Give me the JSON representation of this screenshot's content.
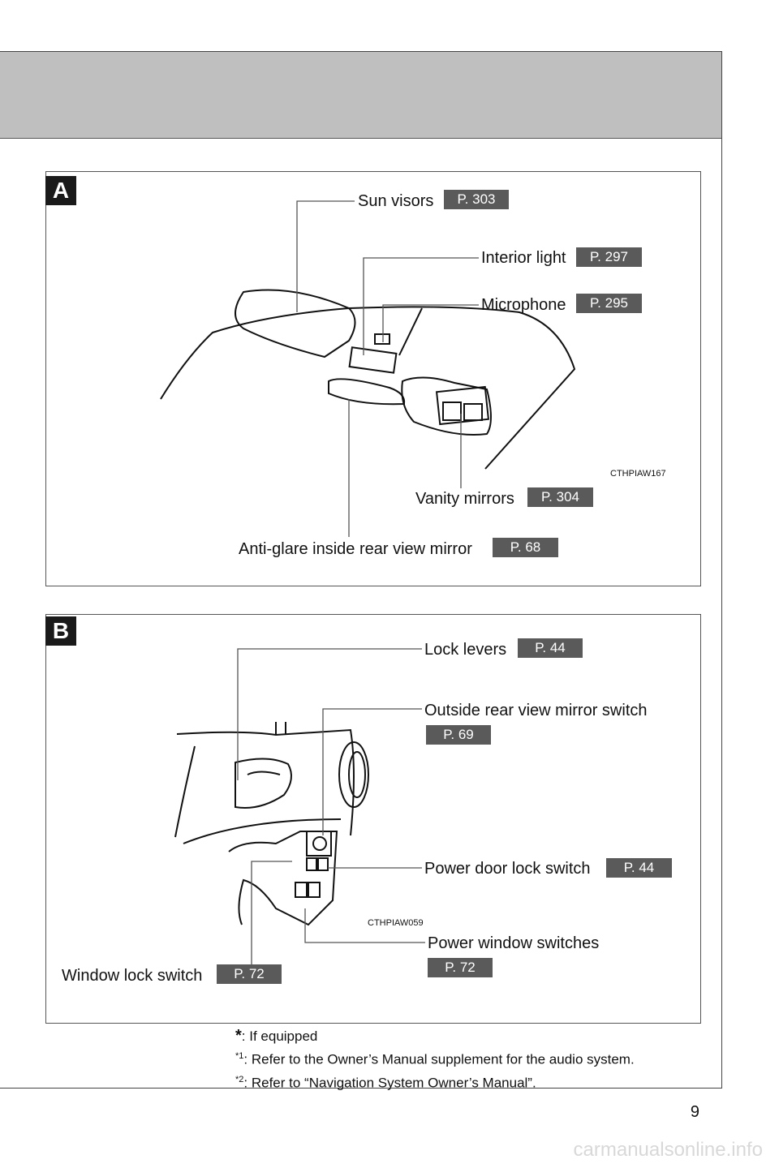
{
  "section_a": {
    "badge": "A",
    "image_code": "CTHPIAW167",
    "callouts": [
      {
        "label": "Sun visors",
        "page": "P. 303"
      },
      {
        "label": "Interior light",
        "page": "P. 297"
      },
      {
        "label": "Microphone",
        "page": "P. 295"
      },
      {
        "label": "Vanity mirrors",
        "page": "P. 304"
      },
      {
        "label": "Anti-glare inside rear view mirror",
        "page": "P. 68"
      }
    ]
  },
  "section_b": {
    "badge": "B",
    "image_code": "CTHPIAW059",
    "callouts": [
      {
        "label": "Lock levers",
        "page": "P. 44"
      },
      {
        "label": "Outside rear view mirror switch",
        "page": "P. 69"
      },
      {
        "label": "Power door lock switch",
        "page": "P. 44"
      },
      {
        "label": "Power window switches",
        "page": "P. 72"
      },
      {
        "label": "Window lock switch",
        "page": "P. 72"
      }
    ]
  },
  "footnotes": {
    "equipped_marker": "*",
    "equipped": ": If equipped",
    "note1_marker": "*1",
    "note1": ": Refer to the Owner’s Manual supplement for the audio system.",
    "note2_marker": "*2",
    "note2": ": Refer to “Navigation System Owner’s Manual”."
  },
  "page_number": "9",
  "watermark": "carmanualsonline.info"
}
